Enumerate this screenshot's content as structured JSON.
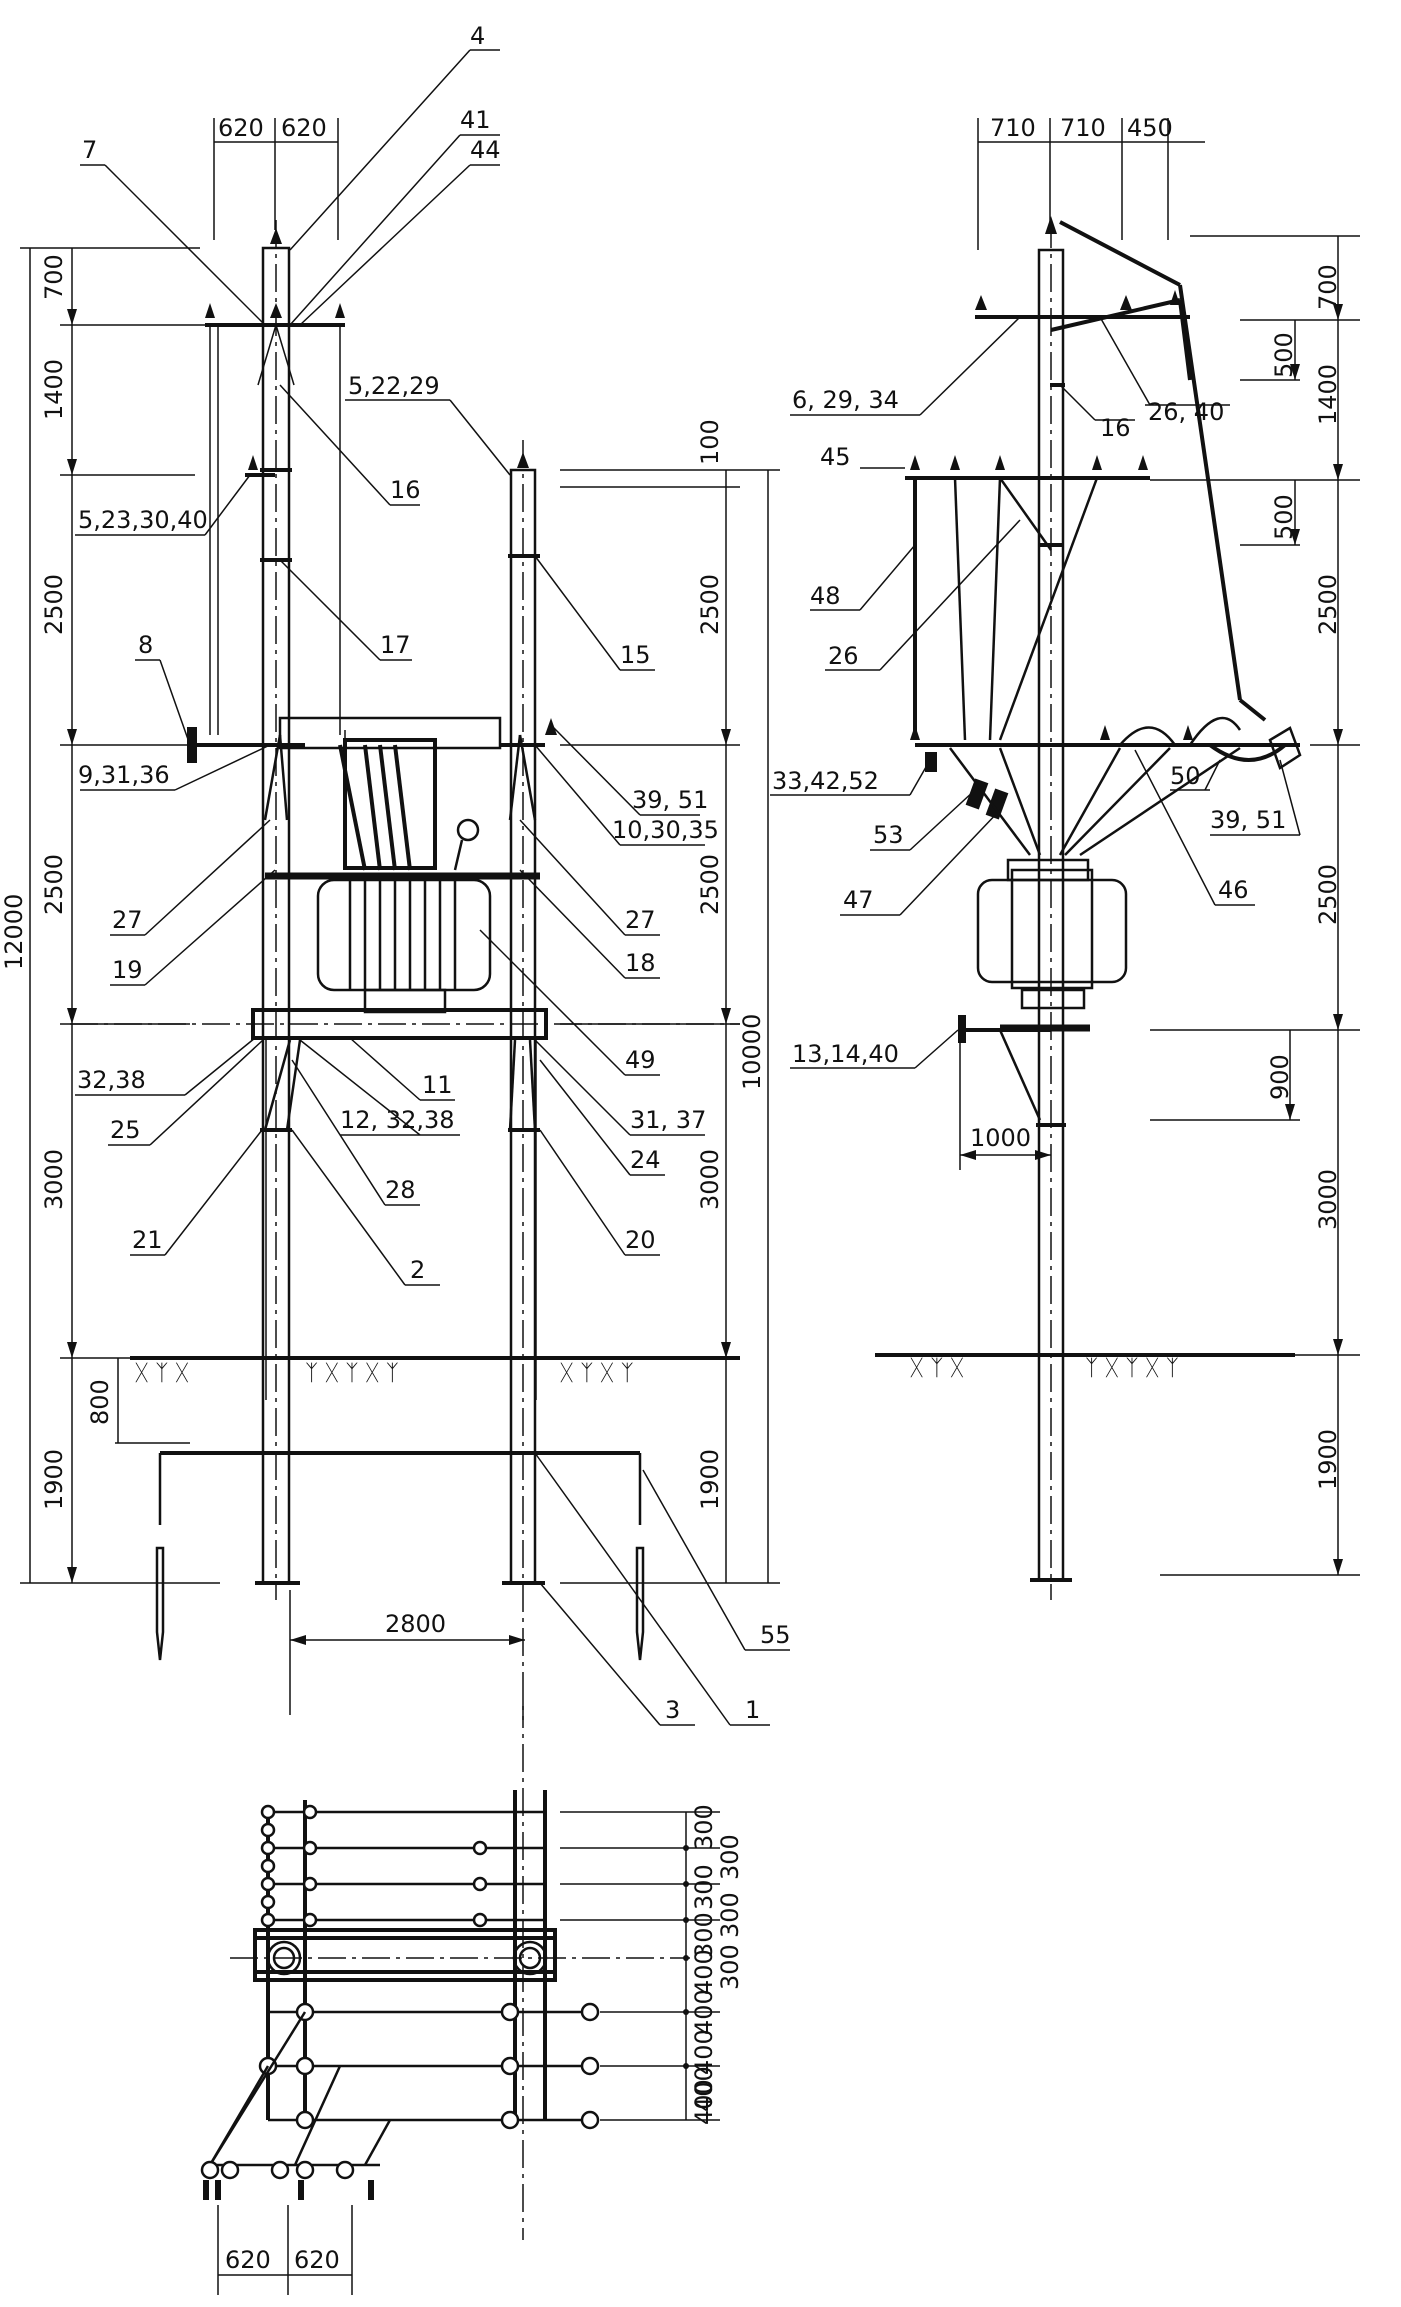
{
  "front": {
    "top_dims": [
      "620",
      "620"
    ],
    "left_dims": [
      "700",
      "1400",
      "2500",
      "2500",
      "3000",
      "800",
      "1900"
    ],
    "overall": "12000",
    "right_dims": [
      "100",
      "2500",
      "2500",
      "3000",
      "1900"
    ],
    "right_overall": "10000",
    "pole_spacing": "2800",
    "callouts": [
      "4",
      "41",
      "44",
      "7",
      "5,22,29",
      "16",
      "5,23,30,40",
      "17",
      "15",
      "8",
      "39, 51",
      "9,31,36",
      "10,30,35",
      "27",
      "19",
      "27",
      "18",
      "49",
      "11",
      "32,38",
      "12, 32,38",
      "31, 37",
      "25",
      "28",
      "24",
      "21",
      "2",
      "20",
      "3",
      "1",
      "55"
    ]
  },
  "side": {
    "top_dims": [
      "710",
      "710",
      "450"
    ],
    "right_dims": [
      "700",
      "500",
      "1400",
      "500",
      "2500",
      "2500",
      "900",
      "3000",
      "1900"
    ],
    "bracket_dim": "1000",
    "callouts": [
      "6, 29, 34",
      "16",
      "26, 40",
      "45",
      "48",
      "26",
      "33,42,52",
      "50",
      "39, 51",
      "53",
      "46",
      "47",
      "13,14,40"
    ]
  },
  "plan": {
    "right_dims": [
      "300",
      "300",
      "300",
      "300",
      "300",
      "300",
      "400",
      "400",
      "400",
      "400",
      "400"
    ],
    "bottom_dims": [
      "620",
      "620"
    ]
  }
}
